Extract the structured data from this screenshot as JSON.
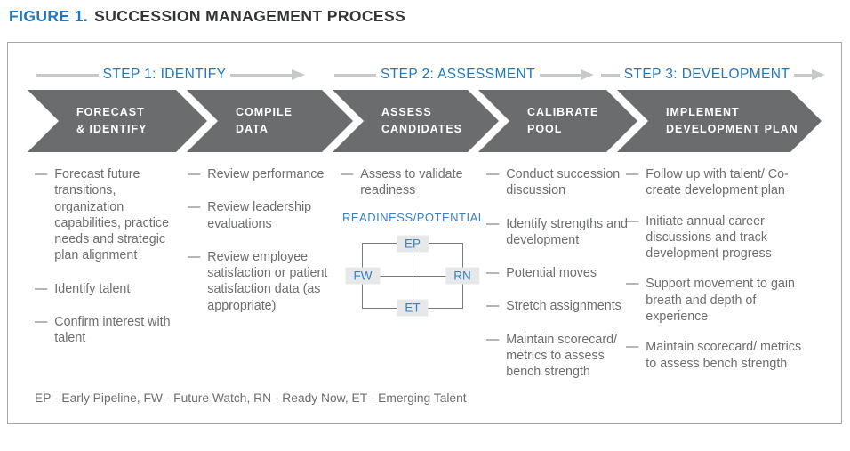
{
  "colors": {
    "accent_blue": "#1e78c2",
    "matrix_blue": "#3a7fc2",
    "chevron_gray": "#6b6c6e",
    "body_text": "#6d6e71",
    "arrow_gray": "#c7c8ca",
    "border_gray": "#a5a7aa",
    "title_text": "#333436",
    "matrix_box_bg": "#e7e8e9"
  },
  "title": {
    "figure_label": "FIGURE 1.",
    "text": "SUCCESSION MANAGEMENT PROCESS"
  },
  "bullet_char": "—",
  "steps": [
    {
      "label": "STEP 1: IDENTIFY"
    },
    {
      "label": "STEP 2: ASSESSMENT"
    },
    {
      "label": "STEP 3: DEVELOPMENT"
    }
  ],
  "phases": [
    {
      "name": "FORECAST\n& IDENTIFY",
      "items": [
        "Forecast future transitions, organization capabilities, practice needs and strategic plan alignment",
        "Identify talent",
        "Confirm interest with talent"
      ]
    },
    {
      "name": "COMPILE\nDATA",
      "items": [
        "Review performance",
        "Review leadership evaluations",
        "Review employee satisfaction or patient satisfaction data (as appropriate)"
      ]
    },
    {
      "name": "ASSESS\nCANDIDATES",
      "items": [
        "Assess to validate readiness"
      ],
      "matrix": {
        "title": "READINESS/POTENTIAL",
        "top": "EP",
        "left": "FW",
        "right": "RN",
        "bottom": "ET"
      }
    },
    {
      "name": "CALIBRATE\nPOOL",
      "items": [
        "Conduct succession discussion",
        "Identify strengths and development",
        "Potential moves",
        "Stretch assignments",
        "Maintain scorecard/ metrics to assess bench strength"
      ]
    },
    {
      "name": "IMPLEMENT\nDEVELOPMENT PLAN",
      "items": [
        "Follow up with talent/ Co-create development plan",
        "Initiate annual career discussions and track development progress",
        "Support movement to gain breath and depth of experience",
        "Maintain scorecard/ metrics to assess bench strength"
      ]
    }
  ],
  "legend": "EP - Early Pipeline, FW - Future Watch, RN - Ready Now, ET - Emerging Talent"
}
